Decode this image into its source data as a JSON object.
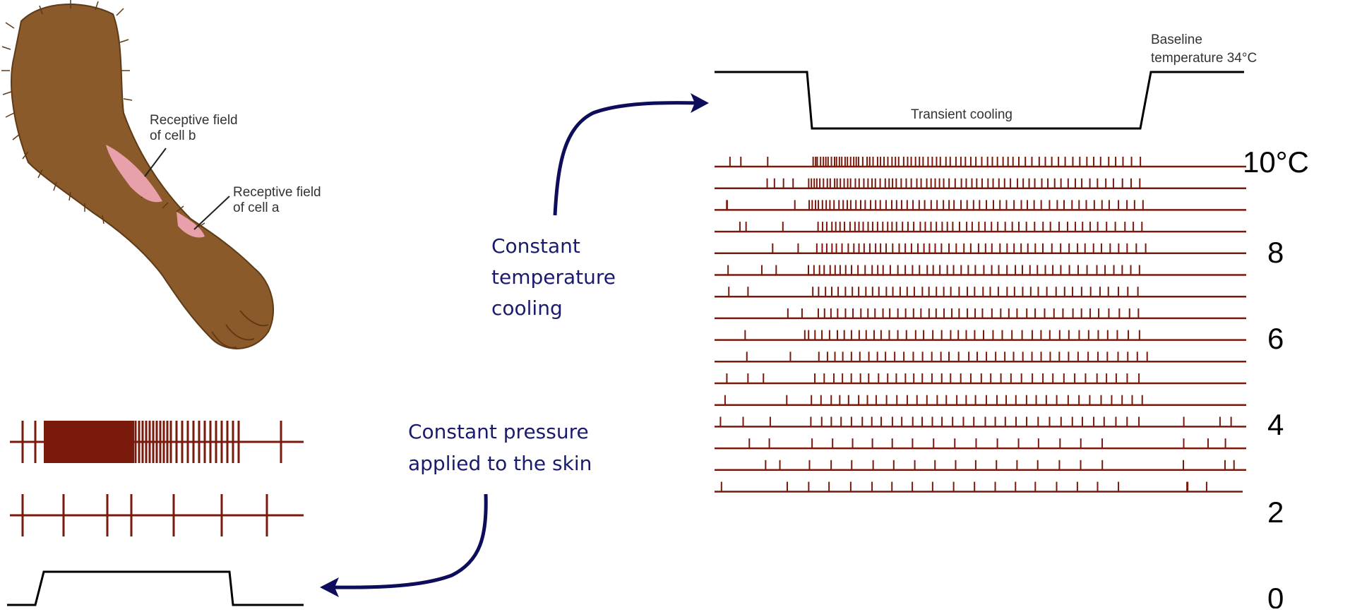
{
  "arm_labels": {
    "cell_b": [
      "Receptive field",
      "of cell b"
    ],
    "cell_a": [
      "Receptive field",
      "of cell a"
    ]
  },
  "annotations": {
    "constant_cooling": [
      "Constant",
      "temperature",
      "cooling"
    ],
    "constant_pressure": [
      "Constant pressure",
      "applied to the skin"
    ]
  },
  "temperature_trace": {
    "baseline_label": [
      "Baseline",
      "temperature 34°C"
    ],
    "cooling_label": "Transient cooling"
  },
  "scale_labels": [
    "10°C",
    "8",
    "6",
    "4",
    "2",
    "0"
  ],
  "colors": {
    "spike": "#7a1a0c",
    "annotation": "#1a1a6e",
    "arrow": "#0d0d5c",
    "trace": "#000000",
    "skin_pink": "#f2a7b8",
    "fur": "#8a5a2b"
  }
}
